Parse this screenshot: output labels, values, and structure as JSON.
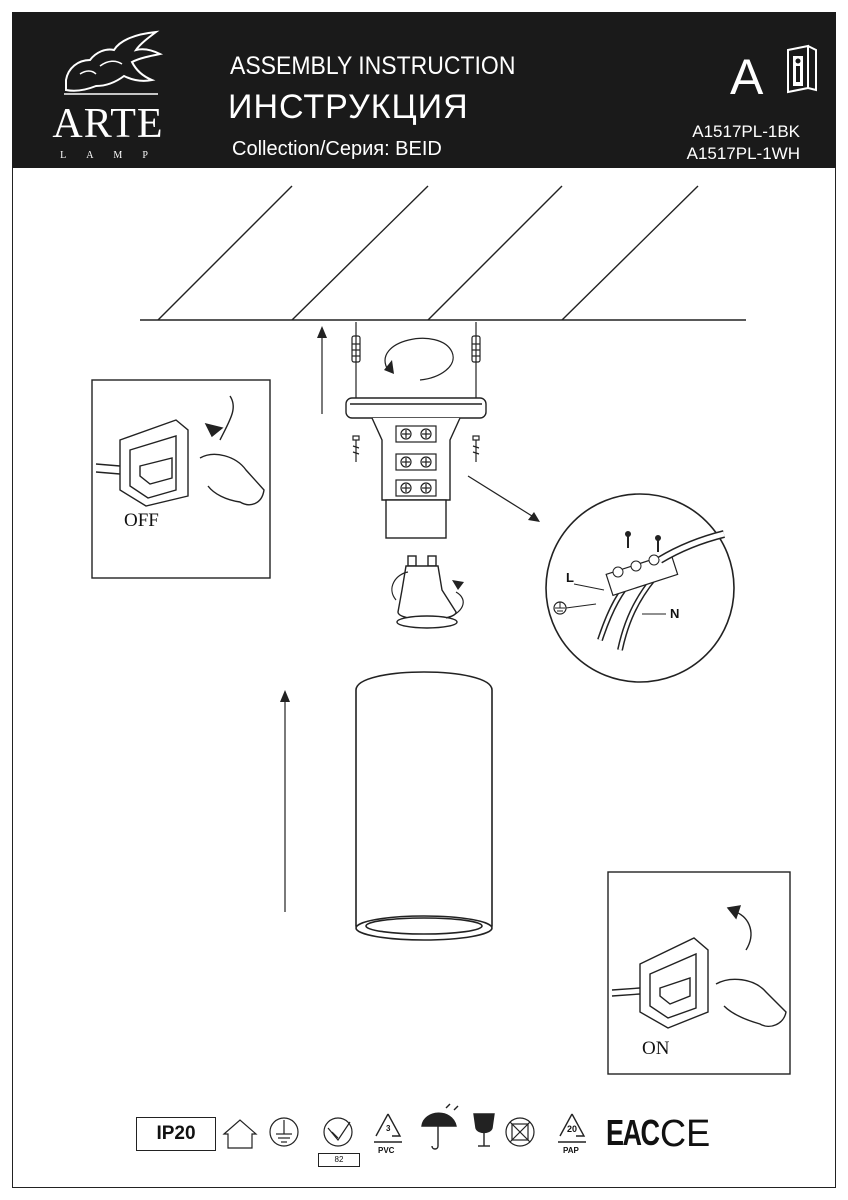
{
  "header": {
    "brand": "ARTE",
    "brand_sub": "LAMP",
    "title_en": "ASSEMBLY INSTRUCTION",
    "title_ru": "ИНСТРУКЦИЯ",
    "collection": "Collection/Серия: BEID",
    "doc_letter": "A",
    "models": [
      "A1517PL-1BK",
      "A1517PL-1WH"
    ],
    "info_icon": "instruction-book-icon"
  },
  "diagram": {
    "switch_off_label": "OFF",
    "switch_on_label": "ON",
    "wire_labels": {
      "live": "L",
      "neutral": "N"
    }
  },
  "footer": {
    "ip_rating": "IP20",
    "class_number": "82",
    "recycle_pvc": {
      "number": "3",
      "label": "PVC"
    },
    "recycle_pap": {
      "number": "20",
      "label": "PAP"
    },
    "marks": [
      "EAC",
      "CE"
    ],
    "icons": [
      "indoor-use-icon",
      "earth-ground-icon",
      "energy-class-icon",
      "recycle-pvc-icon",
      "keep-dry-icon",
      "fragile-icon",
      "no-household-waste-icon",
      "recycle-pap-icon",
      "eac-mark",
      "ce-mark"
    ]
  }
}
